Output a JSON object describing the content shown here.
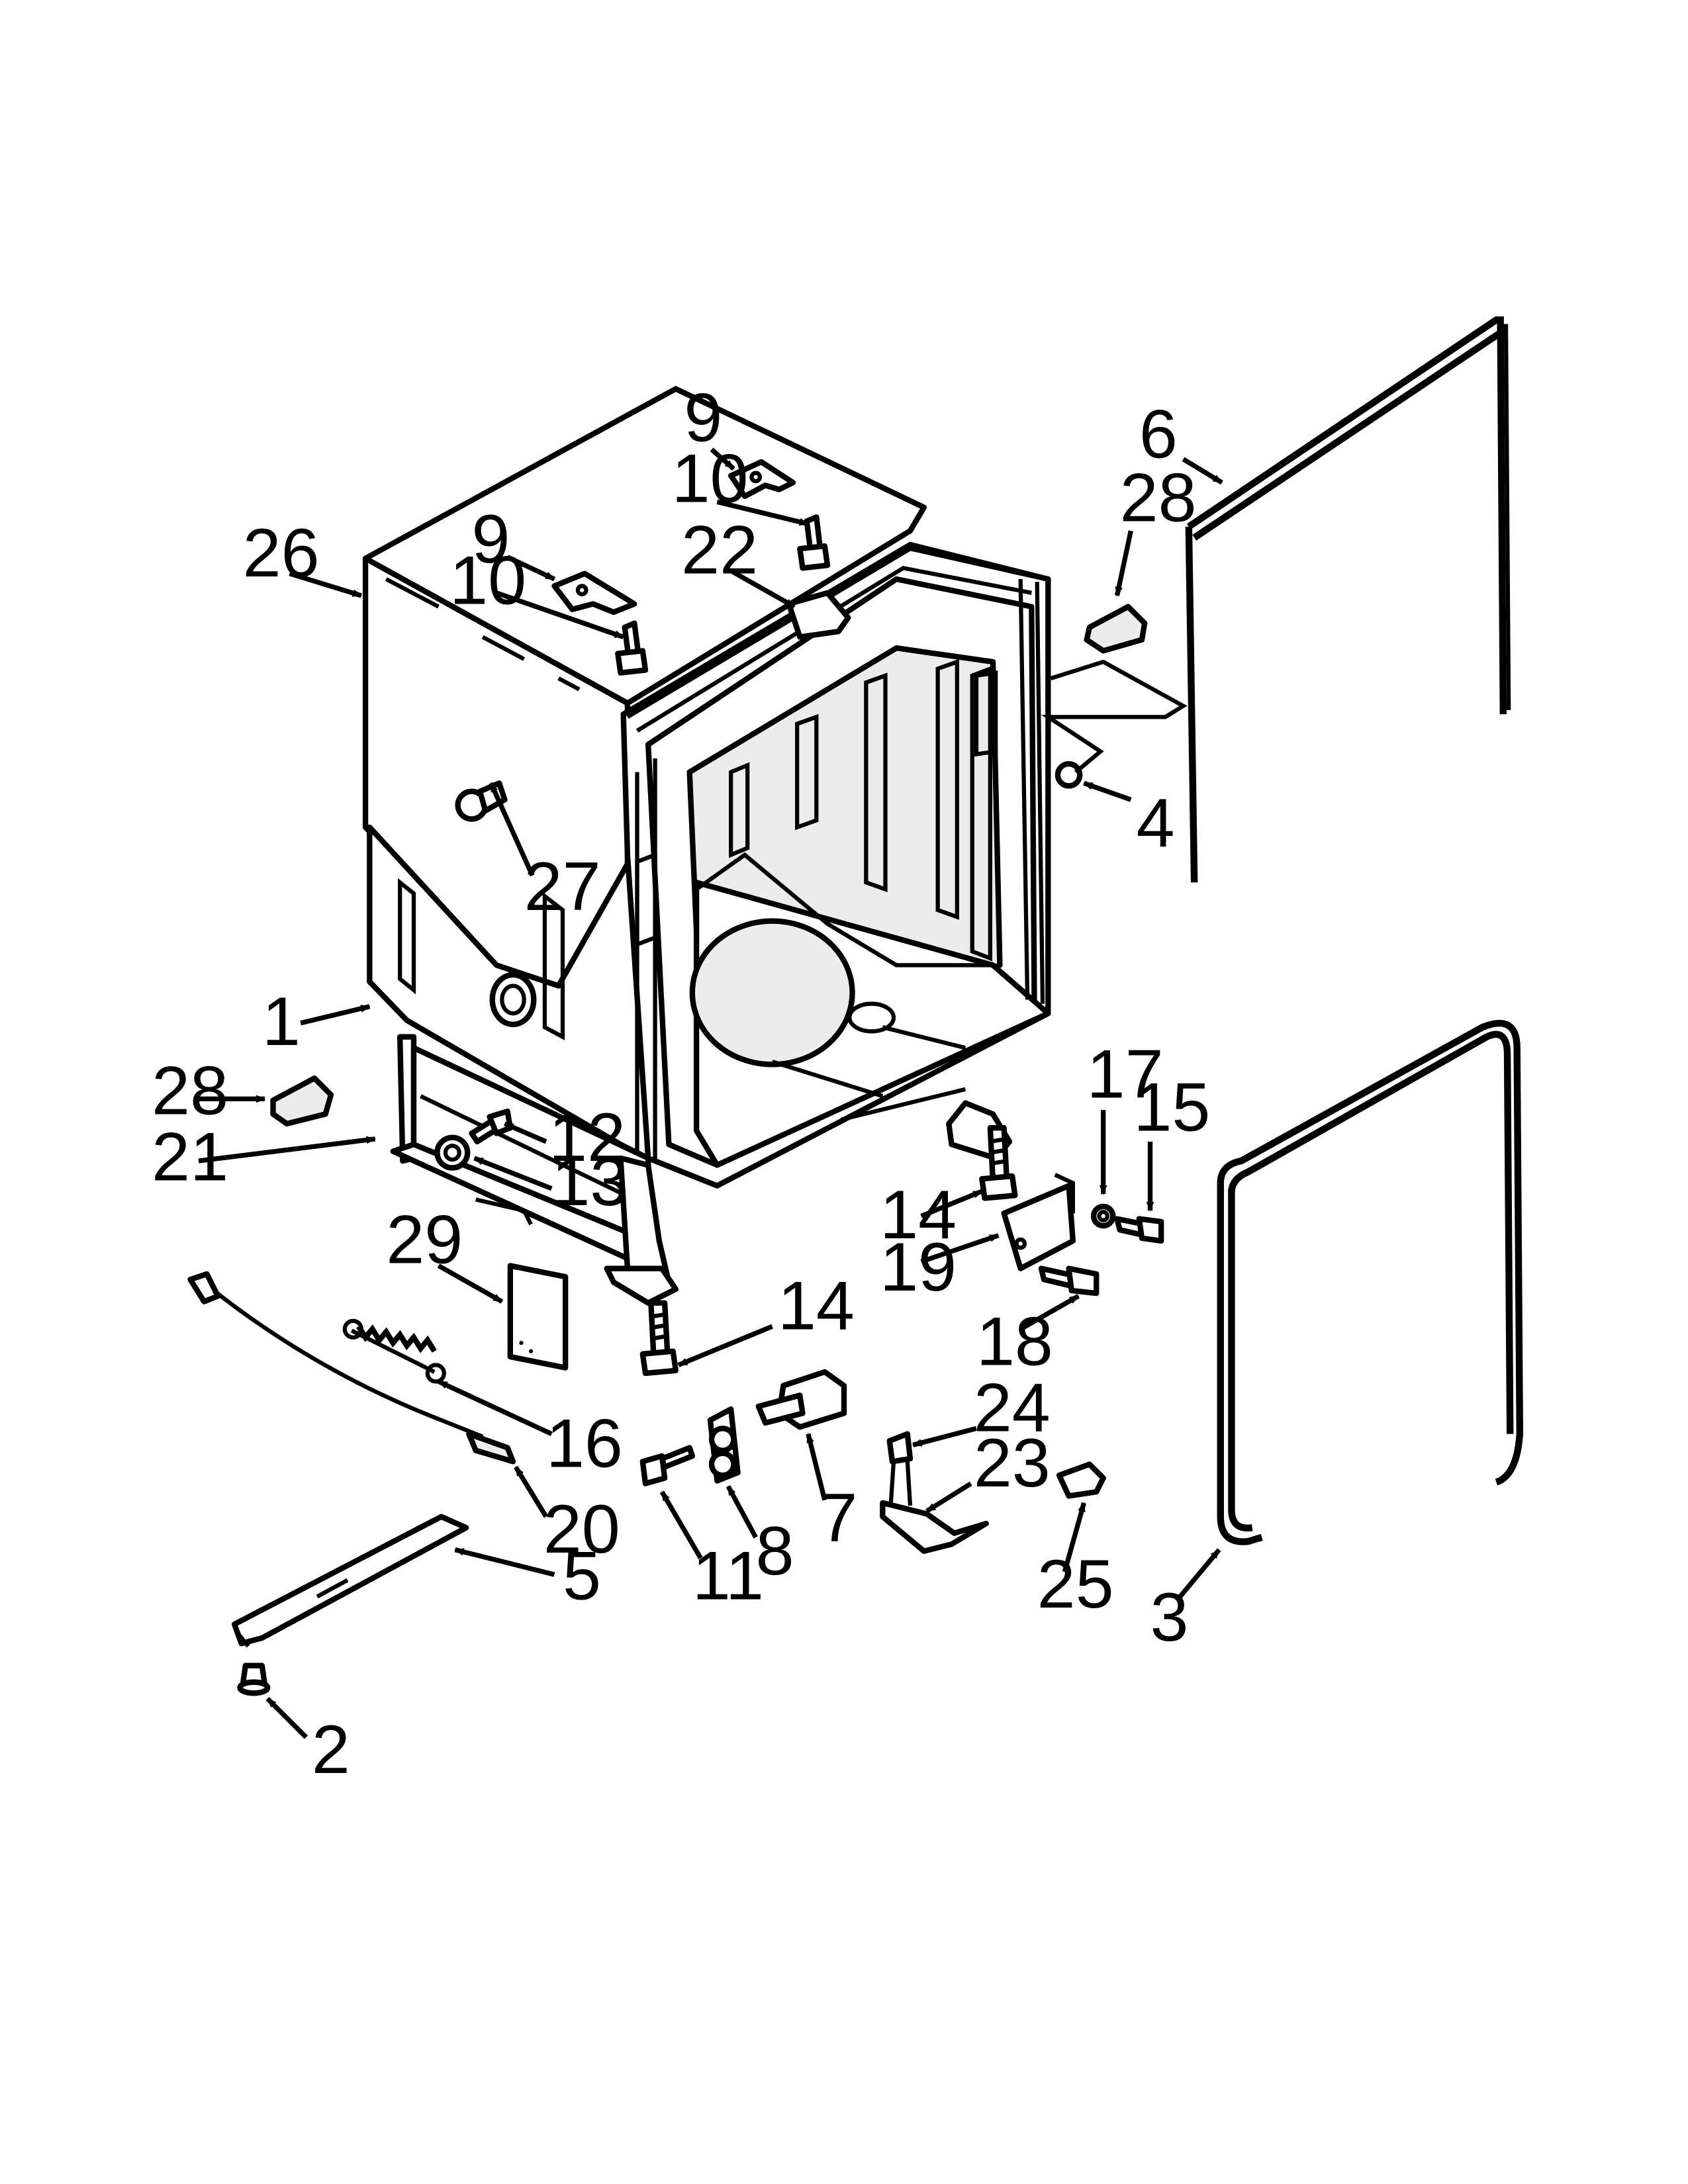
{
  "callouts": {
    "c1": "1",
    "c2": "2",
    "c3": "3",
    "c4": "4",
    "c5": "5",
    "c6": "6",
    "c7": "7",
    "c8": "8",
    "c9a": "9",
    "c9b": "9",
    "c10a": "10",
    "c10b": "10",
    "c11": "11",
    "c12": "12",
    "c13": "13",
    "c14a": "14",
    "c14b": "14",
    "c15": "15",
    "c16": "16",
    "c17": "17",
    "c18": "18",
    "c19": "19",
    "c20": "20",
    "c21": "21",
    "c22": "22",
    "c23": "23",
    "c24": "24",
    "c25": "25",
    "c26": "26",
    "c27": "27",
    "c28a": "28",
    "c28b": "28",
    "c29": "29"
  }
}
